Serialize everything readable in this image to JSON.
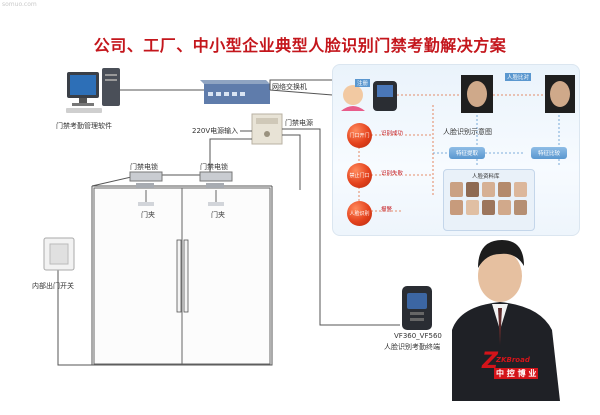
{
  "title": "公司、工厂、中小型企业典型人脸识别门禁考勤解决方案",
  "watermark": "somuo.com",
  "labels": {
    "software": "门禁考勤管理软件",
    "switch": "网络交换机",
    "power_input": "220V电源输入",
    "door_power": "门禁电源",
    "lock_left": "门禁电锁",
    "lock_right": "门禁电锁",
    "door_left": "门夹",
    "door_right": "门夹",
    "exit_switch": "内部出门开关",
    "device_model": "VF360_VF560",
    "device_name": "人脸识别考勤终端",
    "brand_en": "ZKBroad",
    "brand_cn": "中 控 博 业"
  },
  "panel": {
    "tag_register": "注册",
    "tag_verify": "人脸比对",
    "diagram_title": "人脸识别示意图",
    "steps": [
      "门口开门",
      "禁止门口",
      "人脸识别"
    ],
    "arrows": [
      "识别成功",
      "识别失败",
      "报警"
    ],
    "pills": [
      "特征提取",
      "特征比较"
    ],
    "db_title": "人脸资料库"
  },
  "colors": {
    "title": "#c4161c",
    "wire": "#555555",
    "panel_bg": "#eaf3fb",
    "node_red": "#e4421d",
    "pill_blue": "#5a97cf",
    "dashed": "#e06a3a"
  }
}
